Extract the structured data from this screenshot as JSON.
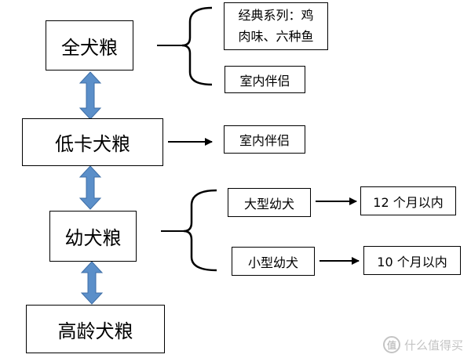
{
  "diagram": {
    "nodes": {
      "all_stage": "全犬粮",
      "low_calorie": "低卡犬粮",
      "puppy": "幼犬粮",
      "senior": "高龄犬粮"
    },
    "all_stage_items": {
      "classic_line1": "经典系列：鸡",
      "classic_line2": "肉味、六种鱼",
      "indoor": "室内伴侣"
    },
    "low_calorie_items": {
      "indoor": "室内伴侣"
    },
    "puppy_items": {
      "large": "大型幼犬",
      "large_age": "12 个月以内",
      "small": "小型幼犬",
      "small_age": "10 个月以内"
    },
    "colors": {
      "double_arrow_fill": "#5b8fc9",
      "double_arrow_stroke": "#3e6ea6",
      "line": "#000000"
    }
  },
  "watermark": {
    "icon": "zhi-badge-icon",
    "badge_glyph": "值",
    "text": "什么值得买"
  }
}
